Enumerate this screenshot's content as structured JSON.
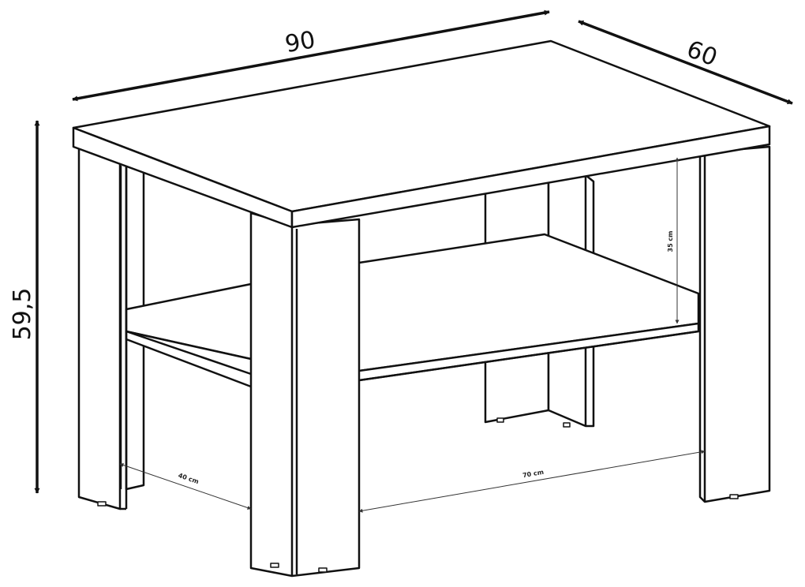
{
  "dimensions": {
    "width": "90",
    "depth": "60",
    "height": "59,5",
    "shelf_clearance": "35 cm",
    "side_opening": "40 cm",
    "front_opening": "70 cm"
  },
  "colors": {
    "line": "#111111",
    "fill": "#ffffff",
    "dim_line": "#333333"
  }
}
